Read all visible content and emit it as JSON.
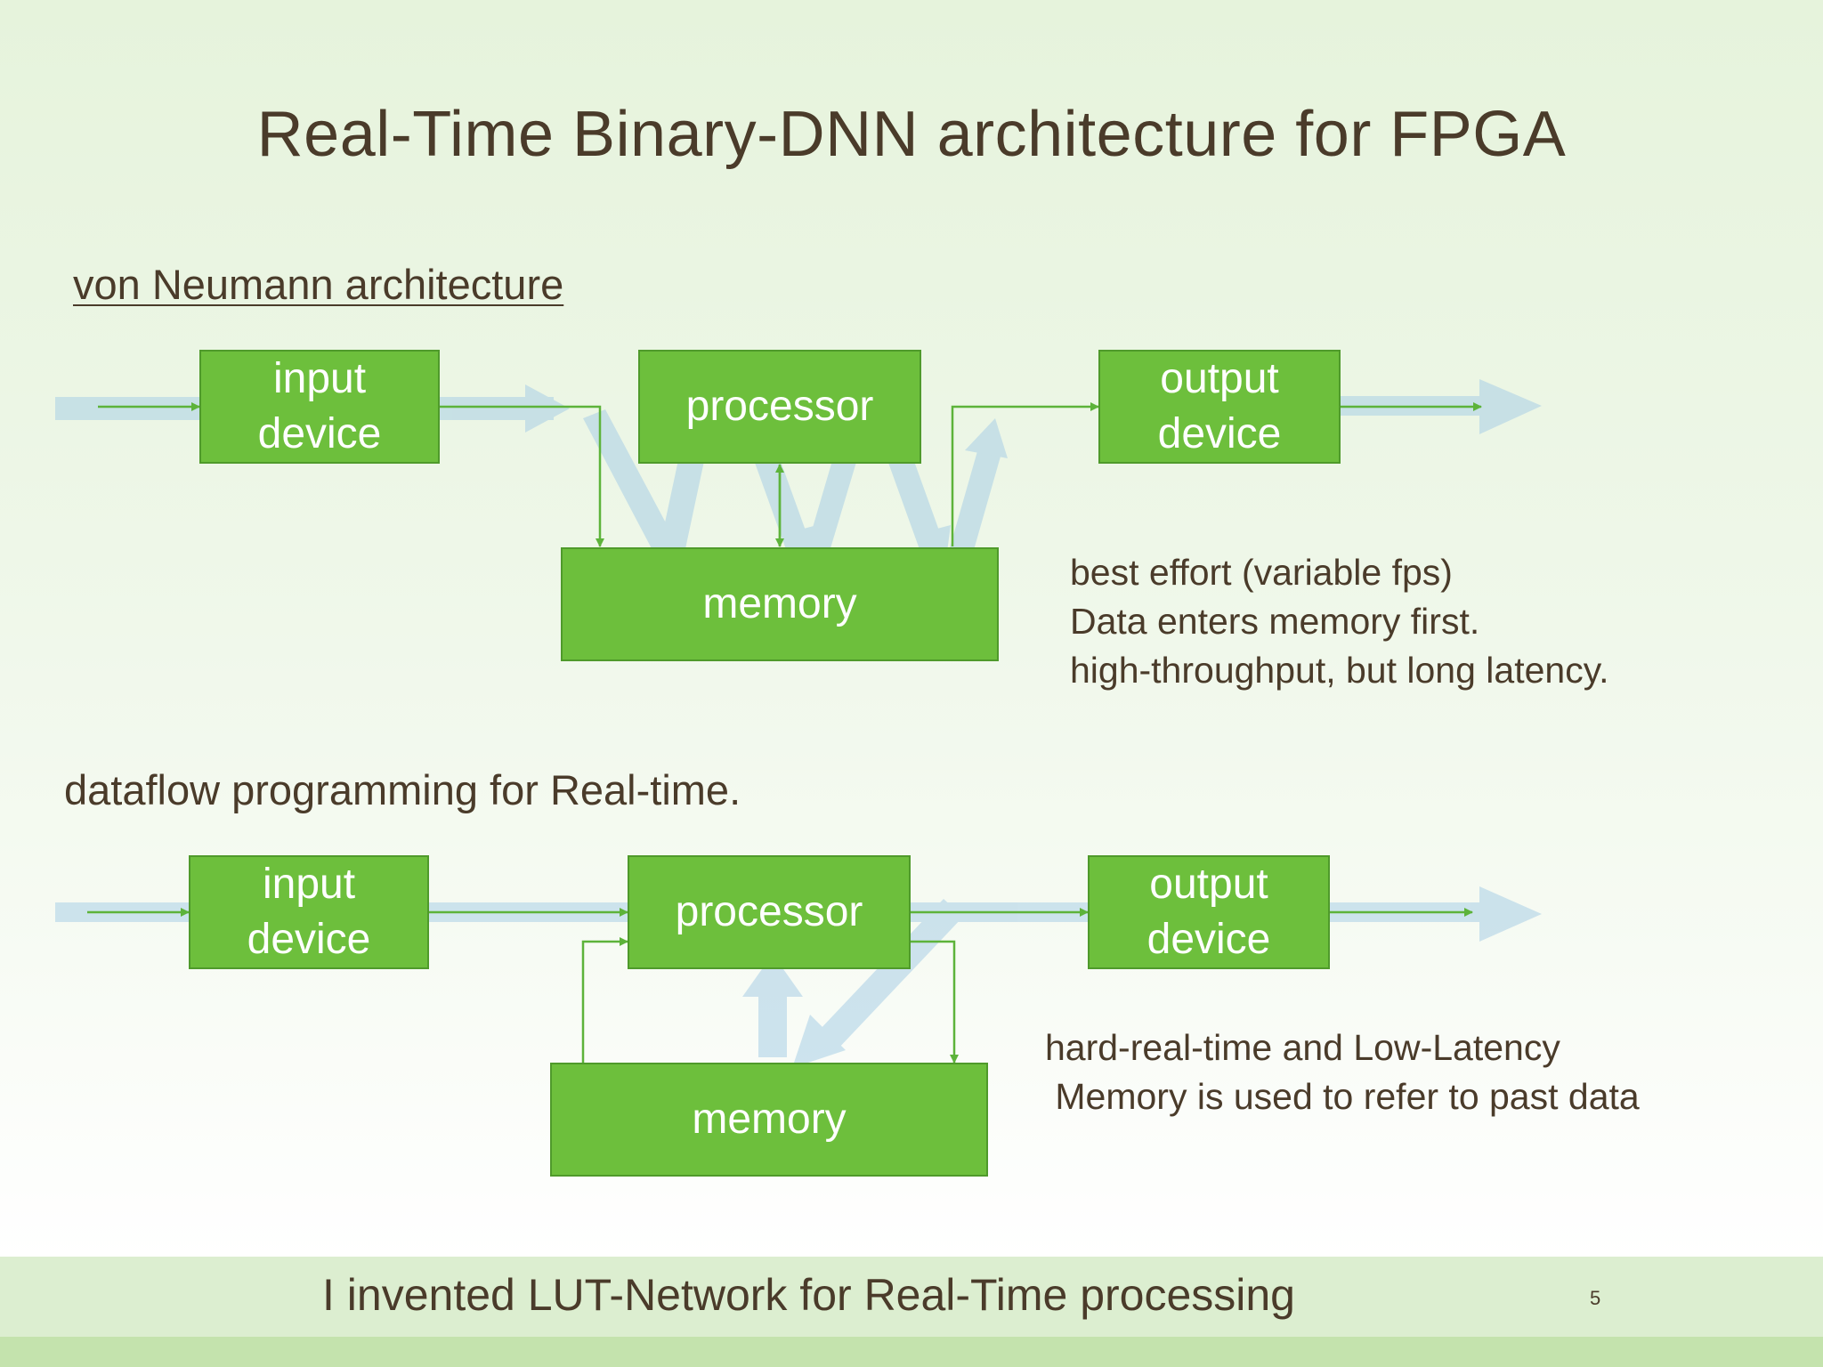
{
  "title": "Real-Time Binary-DNN architecture for FPGA",
  "section1": {
    "heading": "von Neumann architecture",
    "boxes": {
      "input": "input\ndevice",
      "processor": "processor",
      "output": "output\ndevice",
      "memory": "memory"
    },
    "notes": [
      "best effort  (variable fps)",
      "Data enters memory first.",
      "high-throughput, but long latency."
    ]
  },
  "section2": {
    "heading": "dataflow programming for Real-time.",
    "boxes": {
      "input": "input\ndevice",
      "processor": "processor",
      "output": "output\ndevice",
      "memory": "memory"
    },
    "notes": [
      "hard-real-time and Low-Latency",
      " Memory is used to refer to past data"
    ]
  },
  "footer": {
    "text": "I invented LUT-Network for Real-Time processing",
    "page_number": "5"
  },
  "colors": {
    "box_fill": "#6dbf3c",
    "box_border": "#4f9a2b",
    "line_green": "#5db33a",
    "flow_arrow": "#a9cfe6",
    "text": "#4a3b2a"
  }
}
